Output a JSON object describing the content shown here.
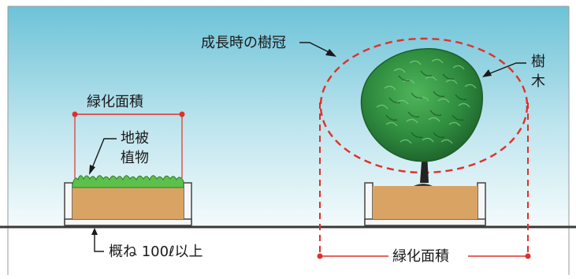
{
  "labels": {
    "greening_area_left": "緑化面積",
    "ground_cover_line1": "地被",
    "ground_cover_line2": "植物",
    "volume_note": "概ね 100ℓ以上",
    "crown_at_maturity": "成長時の樹冠",
    "tree_line1": "樹",
    "tree_line2": "木",
    "greening_area_right": "緑化面積"
  },
  "colors": {
    "sky_top": "#6cc3d8",
    "sky_bottom": "#f4fbfc",
    "dimension_red": "#e0302a",
    "soil": "#d9a463",
    "planter_outline": "#444444",
    "ground_line": "#3a3a3a",
    "foliage": "#2e8b3e",
    "grass": "#5cc04a",
    "trunk": "#222222"
  }
}
